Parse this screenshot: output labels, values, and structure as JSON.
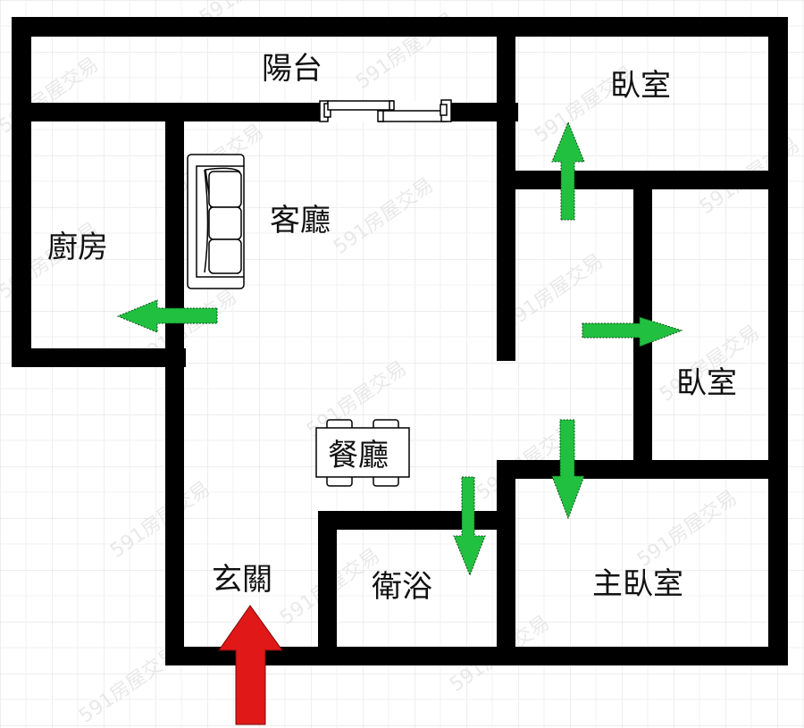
{
  "diagram": {
    "type": "floor_plan",
    "colors": {
      "wall": "#000000",
      "grid": "#e4e4e4",
      "arrow_green": "#22c040",
      "arrow_red": "#e01818",
      "background": "#ffffff"
    },
    "rooms": [
      {
        "id": "balcony",
        "label": "陽台"
      },
      {
        "id": "bedroom1",
        "label": "臥室"
      },
      {
        "id": "kitchen",
        "label": "廚房"
      },
      {
        "id": "living",
        "label": "客廳"
      },
      {
        "id": "bedroom2",
        "label": "臥室"
      },
      {
        "id": "dining",
        "label": "餐廳"
      },
      {
        "id": "entrance",
        "label": "玄關"
      },
      {
        "id": "bathroom",
        "label": "衛浴"
      },
      {
        "id": "master",
        "label": "主臥室"
      }
    ],
    "arrows": [
      {
        "color": "green",
        "direction": "left",
        "target": "廚房"
      },
      {
        "color": "green",
        "direction": "up",
        "target": "臥室"
      },
      {
        "color": "green",
        "direction": "right",
        "target": "臥室"
      },
      {
        "color": "green",
        "direction": "down",
        "target": "主臥室"
      },
      {
        "color": "green",
        "direction": "down",
        "target": "衛浴"
      },
      {
        "color": "red",
        "direction": "up",
        "target": "玄關 (entry)"
      }
    ],
    "furniture": [
      "sofa",
      "dining-table",
      "sliding-window"
    ],
    "watermark": "591房屋交易"
  }
}
